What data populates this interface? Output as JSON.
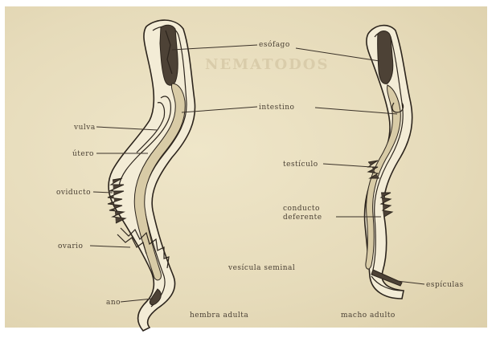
{
  "labels": {
    "esofago": "esófago",
    "intestino": "intestino",
    "vulva": "vulva",
    "utero": "útero",
    "oviducto": "oviducto",
    "ovario": "ovario",
    "ano": "ano",
    "testiculo": "testículo",
    "conducto_deferente_1": "conducto",
    "conducto_deferente_2": "deferente",
    "vesicula_seminal": "vesícula seminal",
    "espiculas": "espículas",
    "hembra_adulta": "hembra adulta",
    "macho_adulto": "macho adulto"
  },
  "colors": {
    "plate_background": "#e9dfc0",
    "ink": "#2c241c",
    "label_text": "#4a4034"
  }
}
